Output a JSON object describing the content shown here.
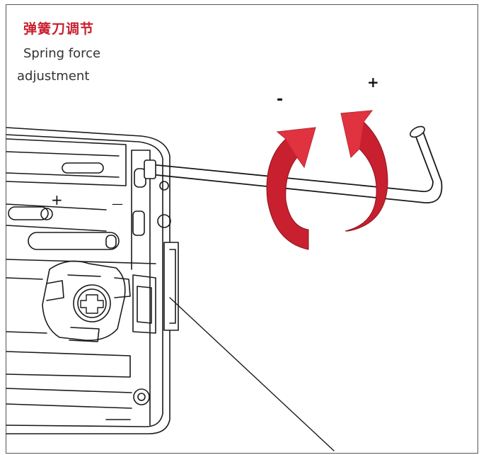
{
  "title": {
    "chinese": "弹簧刀调节",
    "english_line1": "Spring force",
    "english_line2": "adjustment"
  },
  "rotation": {
    "decrease_label": "-",
    "increase_label": "+",
    "arrow_color": "#c8202e"
  },
  "bracket": {
    "plus_mark": "+",
    "minus_mark": "—"
  },
  "icons": {
    "counterclockwise": "arrow-decrease-icon",
    "clockwise": "arrow-increase-icon",
    "tool": "hex-key-icon",
    "screw": "phillips-screw-icon"
  }
}
